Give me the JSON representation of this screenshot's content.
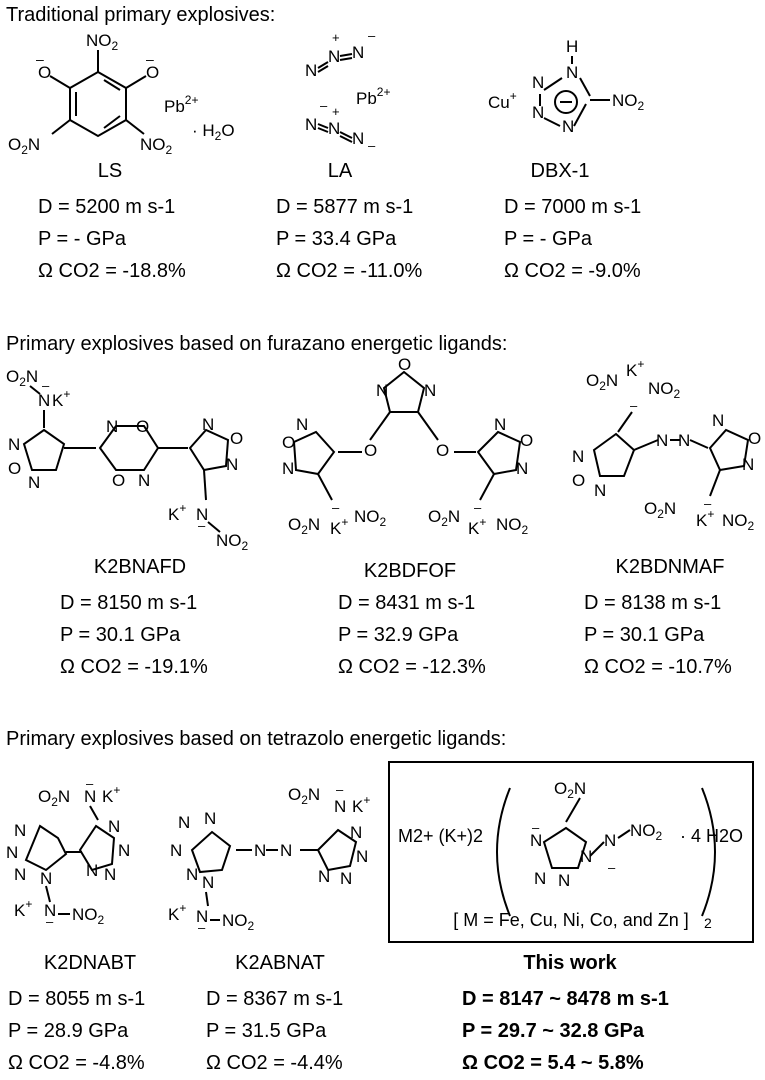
{
  "sections": {
    "traditional": "Traditional primary explosives:",
    "furazano": "Primary explosives based on furazano energetic ligands:",
    "tetrazolo": "Primary explosives based on tetrazolo energetic ligands:"
  },
  "compounds": [
    {
      "name": "LS",
      "D": "D = 5200 m s-1",
      "P": "P = - GPa",
      "O": "Ω CO2 = -18.8%"
    },
    {
      "name": "LA",
      "D": "D = 5877 m s-1",
      "P": "P = 33.4 GPa",
      "O": "Ω CO2 = -11.0%"
    },
    {
      "name": "DBX-1",
      "D": "D = 7000 m s-1",
      "P": "P = - GPa",
      "O": "Ω CO2 = -9.0%"
    },
    {
      "name": "K2BNAFD",
      "D": "D = 8150 m s-1",
      "P": "P = 30.1 GPa",
      "O": "Ω CO2 = -19.1%"
    },
    {
      "name": "K2BDFOF",
      "D": "D = 8431 m s-1",
      "P": "P = 32.9 GPa",
      "O": "Ω CO2 = -12.3%"
    },
    {
      "name": "K2BDNMAF",
      "D": "D = 8138 m s-1",
      "P": "P = 30.1 GPa",
      "O": "Ω CO2 = -10.7%"
    },
    {
      "name": "K2DNABT",
      "D": "D = 8055 m s-1",
      "P": "P = 28.9 GPa",
      "O": "Ω CO2 = -4.8%"
    },
    {
      "name": "K2ABNAT",
      "D": "D = 8367 m s-1",
      "P": "P = 31.5 GPa",
      "O": "Ω CO2 = -4.4%"
    },
    {
      "name": "This work",
      "D": "D = 8147 ~ 8478 m s-1",
      "P": "P = 29.7 ~ 32.8 GPa",
      "O": "Ω CO2 = 5.4 ~ 5.8%"
    }
  ],
  "box": {
    "formula_left": "M2+ (K+)2",
    "formula_right": "· 4 H2O",
    "metals": "[ M = Fe, Cu, Ni, Co, and Zn ]"
  },
  "atoms": {
    "LS": [
      "NO2",
      "O",
      "O",
      "Pb2+",
      "· H2O",
      "O2N",
      "NO2"
    ],
    "LA": [
      "N=N=N",
      "Pb2+",
      "N=N=N"
    ],
    "DBX1": [
      "H",
      "N",
      "N",
      "N",
      "N",
      "Cu+",
      "NO2"
    ]
  }
}
